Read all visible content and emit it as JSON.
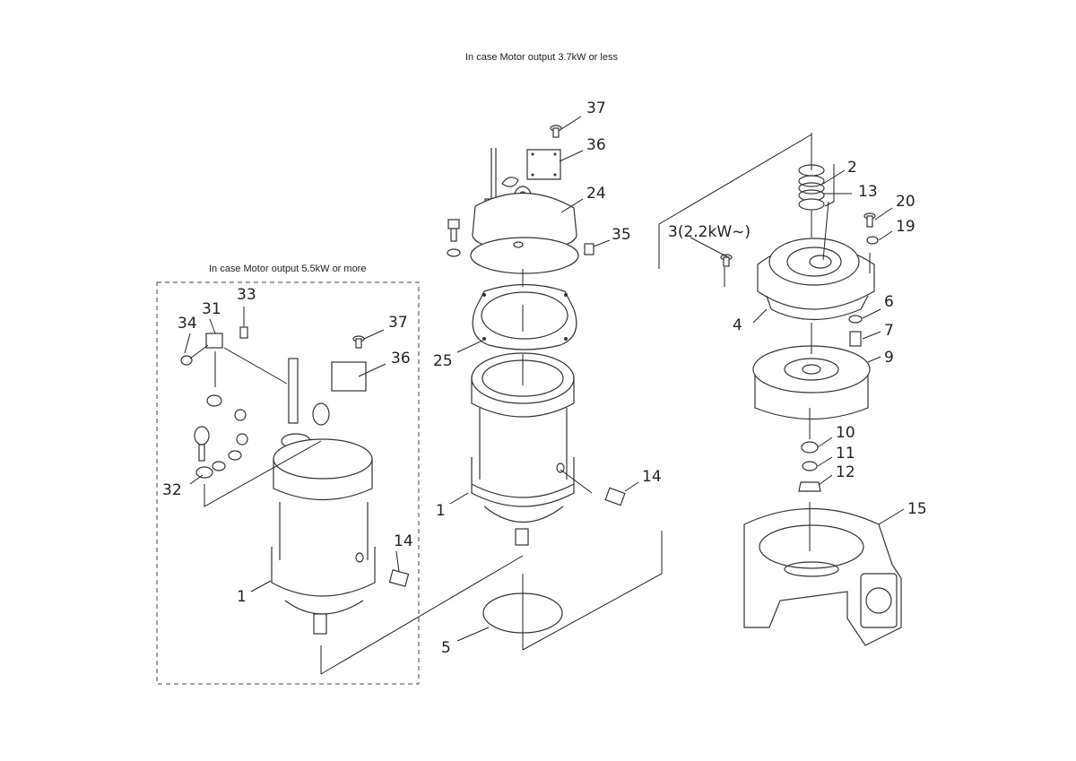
{
  "captions": {
    "top": "In case Motor output 3.7kW or less",
    "box": "In case Motor output 5.5kW or more"
  },
  "callouts": {
    "c37a": "37",
    "c36a": "36",
    "c24": "24",
    "c35": "35",
    "c25": "25",
    "c14a": "14",
    "c1a": "1",
    "c5": "5",
    "c2": "2",
    "c13": "13",
    "c20": "20",
    "c19": "19",
    "c3": "3(2.2kW~)",
    "c4": "4",
    "c6": "6",
    "c7": "7",
    "c9": "9",
    "c10": "10",
    "c11": "11",
    "c12": "12",
    "c15": "15",
    "c33": "33",
    "c31": "31",
    "c34": "34",
    "c37b": "37",
    "c36b": "36",
    "c32": "32",
    "c14b": "14",
    "c1b": "1"
  }
}
